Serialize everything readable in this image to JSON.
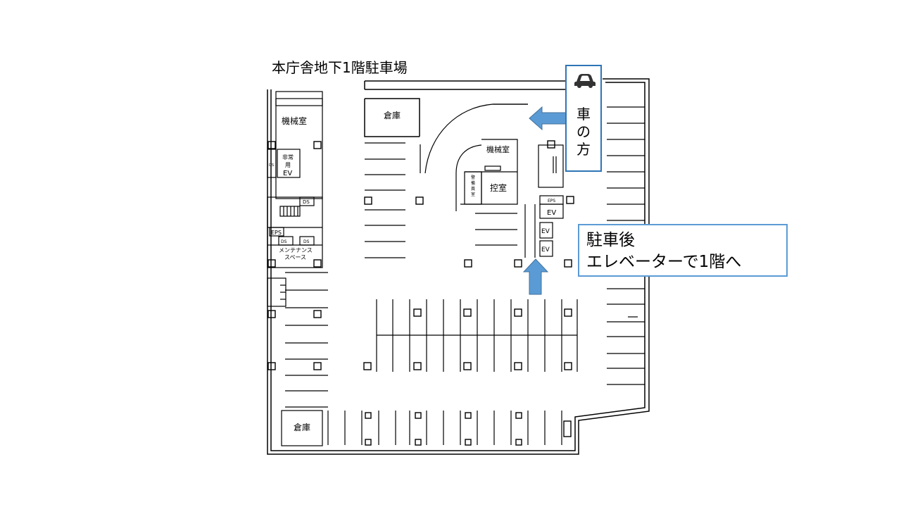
{
  "map": {
    "title": "本庁舎地下1階駐車場",
    "rooms": {
      "machine_room_left": "機械室",
      "emergency_ev": [
        "非常",
        "用",
        "EV"
      ],
      "ds": "DS",
      "eps": "EPS",
      "maintenance": [
        "メンテナンス",
        "スペース"
      ],
      "storage_top": "倉庫",
      "storage_bottom": "倉庫",
      "machine_room_center": "機械室",
      "security_room": [
        "警",
        "備",
        "員",
        "室"
      ],
      "waiting_room": "控室",
      "ev": "EV"
    },
    "car_direction": {
      "icon": "car-icon",
      "label": [
        "車",
        "の",
        "方"
      ]
    },
    "callout": {
      "line1": "駐車後",
      "line2": "エレベーターで1階へ"
    },
    "colors": {
      "arrow": "#5b9bd5",
      "arrow_border": "#41719c",
      "car_box_border": "#2e75b6",
      "callout_border": "#5b9bd5",
      "wall": "#000000"
    }
  }
}
